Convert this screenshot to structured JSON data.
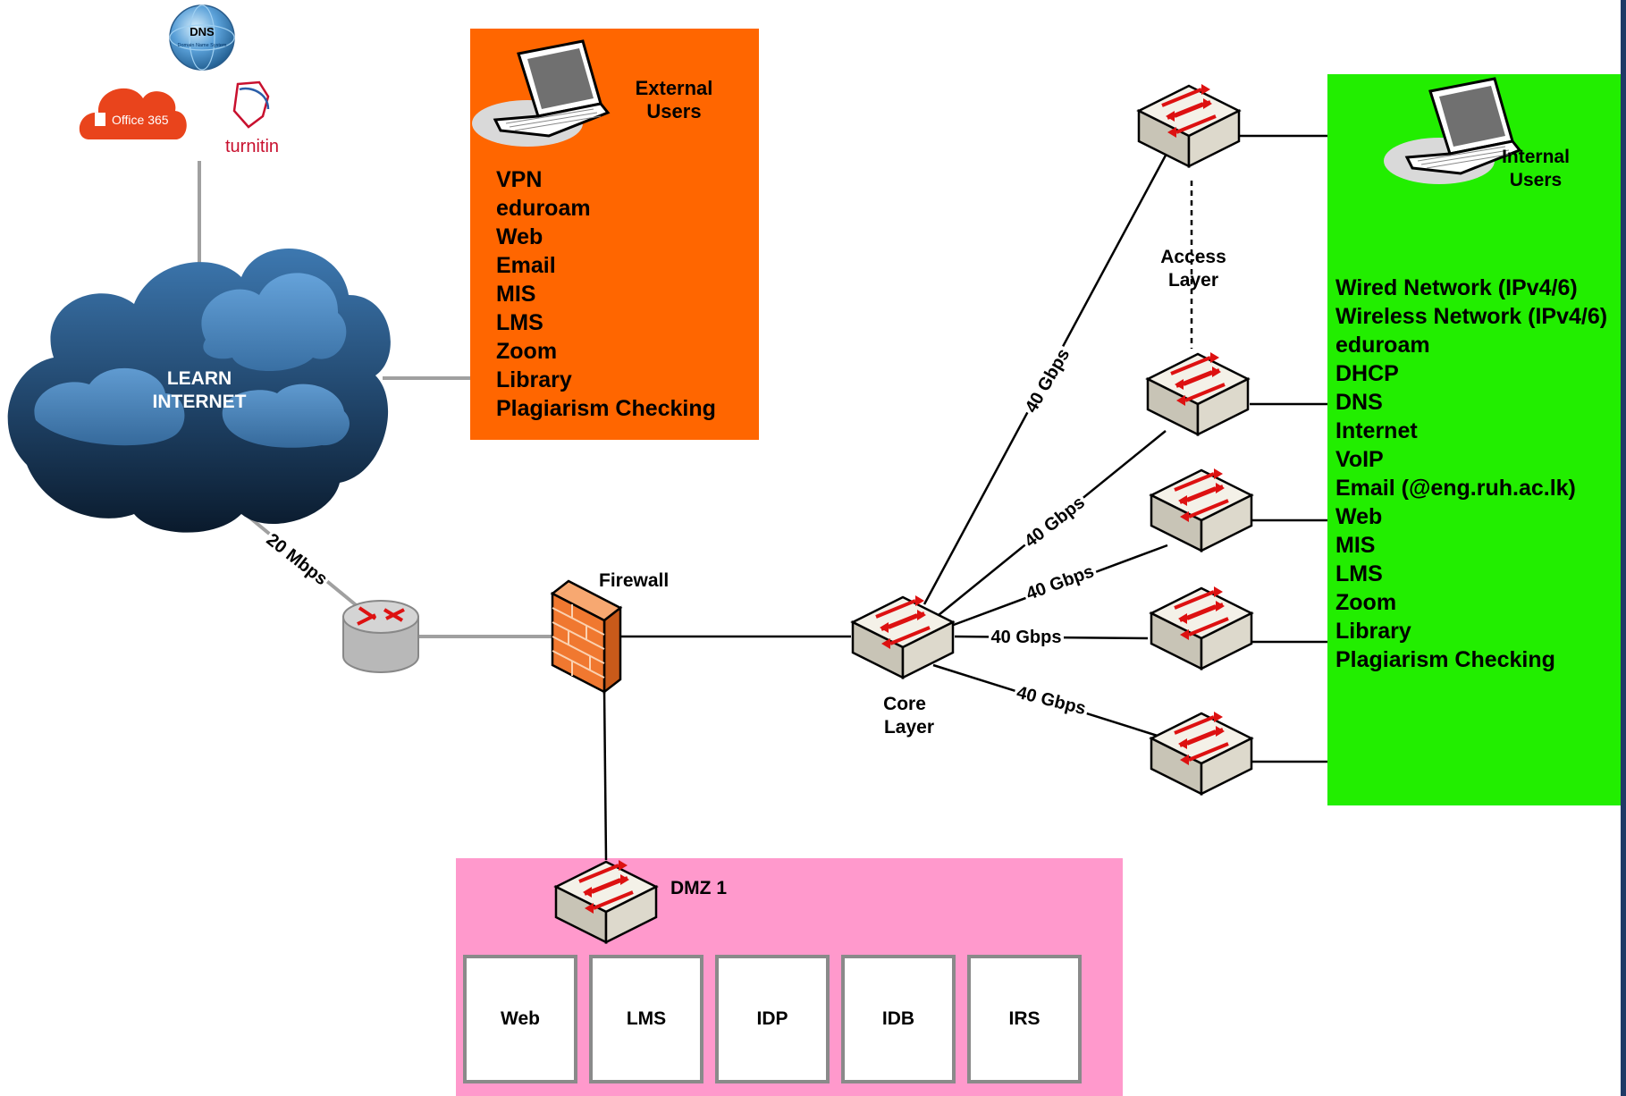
{
  "external_users": {
    "label": "External\nUsers",
    "services": [
      "VPN",
      "eduroam",
      "Web",
      "Email",
      "MIS",
      "LMS",
      "Zoom",
      "Library",
      "Plagiarism Checking"
    ]
  },
  "internal_users": {
    "label": "Internal\nUsers",
    "services": [
      "Wired Network (IPv4/6)",
      "Wireless Network (IPv4/6)",
      "eduroam",
      "DHCP",
      "DNS",
      "Internet",
      "VoIP",
      "Email (@eng.ruh.ac.lk)",
      "Web",
      "MIS",
      "LMS",
      "Zoom",
      "Library",
      "Plagiarism Checking"
    ]
  },
  "cloud": {
    "services": [
      "DNS",
      "Domain Name System",
      "Office 365",
      "turnitin"
    ]
  },
  "internet": {
    "label": "LEARN\nINTERNET"
  },
  "firewall": {
    "label": "Firewall"
  },
  "core": {
    "label": "Core\nLayer"
  },
  "access": {
    "label": "Access\nLayer"
  },
  "dmz": {
    "label": "DMZ 1",
    "servers": [
      "Web",
      "LMS",
      "IDP",
      "IDB",
      "IRS"
    ]
  },
  "links": {
    "wan": "20 Mbps",
    "core_links": [
      "40 Gbps",
      "40 Gbps",
      "40 Gbps",
      "40 Gbps",
      "40 Gbps"
    ]
  },
  "colors": {
    "external_bg": "#ff6600",
    "internal_bg": "#22ee00",
    "dmz_bg": "#ff99cc",
    "cloud": "#2e5a8a",
    "firewall": "#f07830",
    "switch_arrows": "#dd1111"
  }
}
